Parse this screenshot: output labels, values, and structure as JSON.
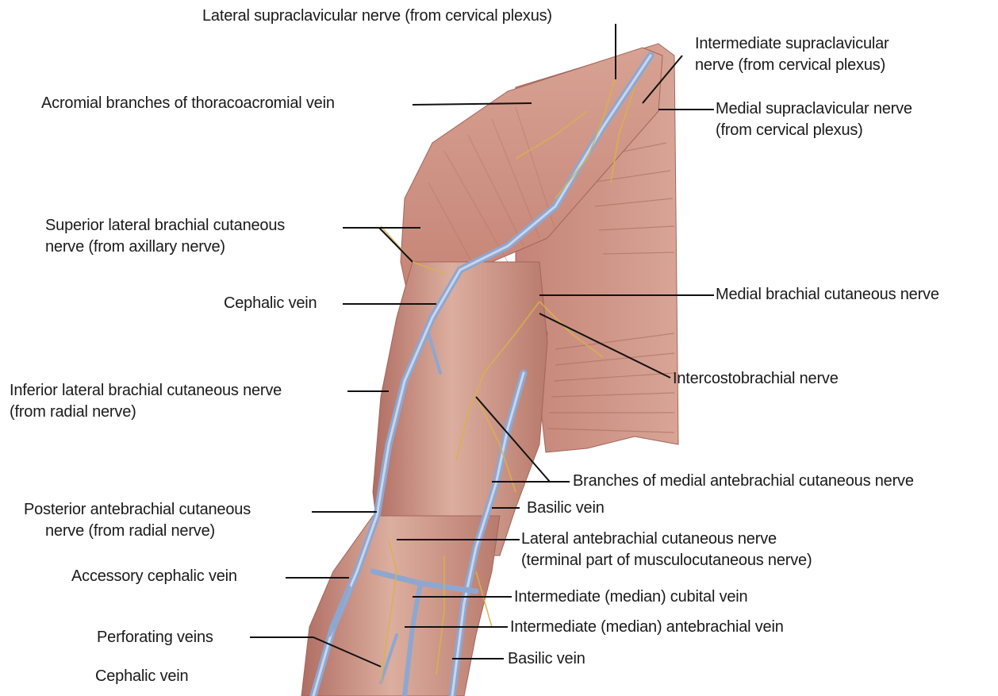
{
  "labels": {
    "lateral_supraclavicular": "Lateral supraclavicular nerve (from cervical plexus)",
    "intermediate_supraclavicular_1": "Intermediate supraclavicular",
    "intermediate_supraclavicular_2": "nerve (from cervical plexus)",
    "acromial_branches": "Acromial branches of thoracoacromial vein",
    "medial_supraclavicular_1": "Medial supraclavicular nerve",
    "medial_supraclavicular_2": "(from cervical plexus)",
    "superior_lateral_brachial_1": "Superior lateral brachial cutaneous",
    "superior_lateral_brachial_2": "nerve (from axillary nerve)",
    "cephalic_vein_upper": "Cephalic vein",
    "medial_brachial_cutaneous": "Medial brachial cutaneous nerve",
    "intercostobrachial": "Intercostobrachial nerve",
    "inferior_lateral_brachial_1": "Inferior lateral brachial cutaneous nerve",
    "inferior_lateral_brachial_2": "(from radial nerve)",
    "branches_medial_antebrachial": "Branches of medial antebrachial cutaneous nerve",
    "posterior_antebrachial_1": "Posterior antebrachial cutaneous",
    "posterior_antebrachial_2": "nerve (from radial nerve)",
    "basilic_vein_upper": "Basilic vein",
    "lateral_antebrachial_1": "Lateral antebrachial cutaneous nerve",
    "lateral_antebrachial_2": "(terminal part of musculocutaneous nerve)",
    "accessory_cephalic": "Accessory cephalic vein",
    "intermediate_cubital": "Intermediate (median) cubital vein",
    "perforating_veins": "Perforating veins",
    "intermediate_antebrachial": "Intermediate (median) antebrachial vein",
    "basilic_vein_lower": "Basilic vein",
    "cephalic_vein_lower": "Cephalic vein"
  },
  "colors": {
    "skin": "#c98a7e",
    "skin_light": "#dcae9f",
    "skin_dark": "#a4655a",
    "vein": "#8ea7d0",
    "nerve": "#d9b24a",
    "leader": "#111111"
  }
}
